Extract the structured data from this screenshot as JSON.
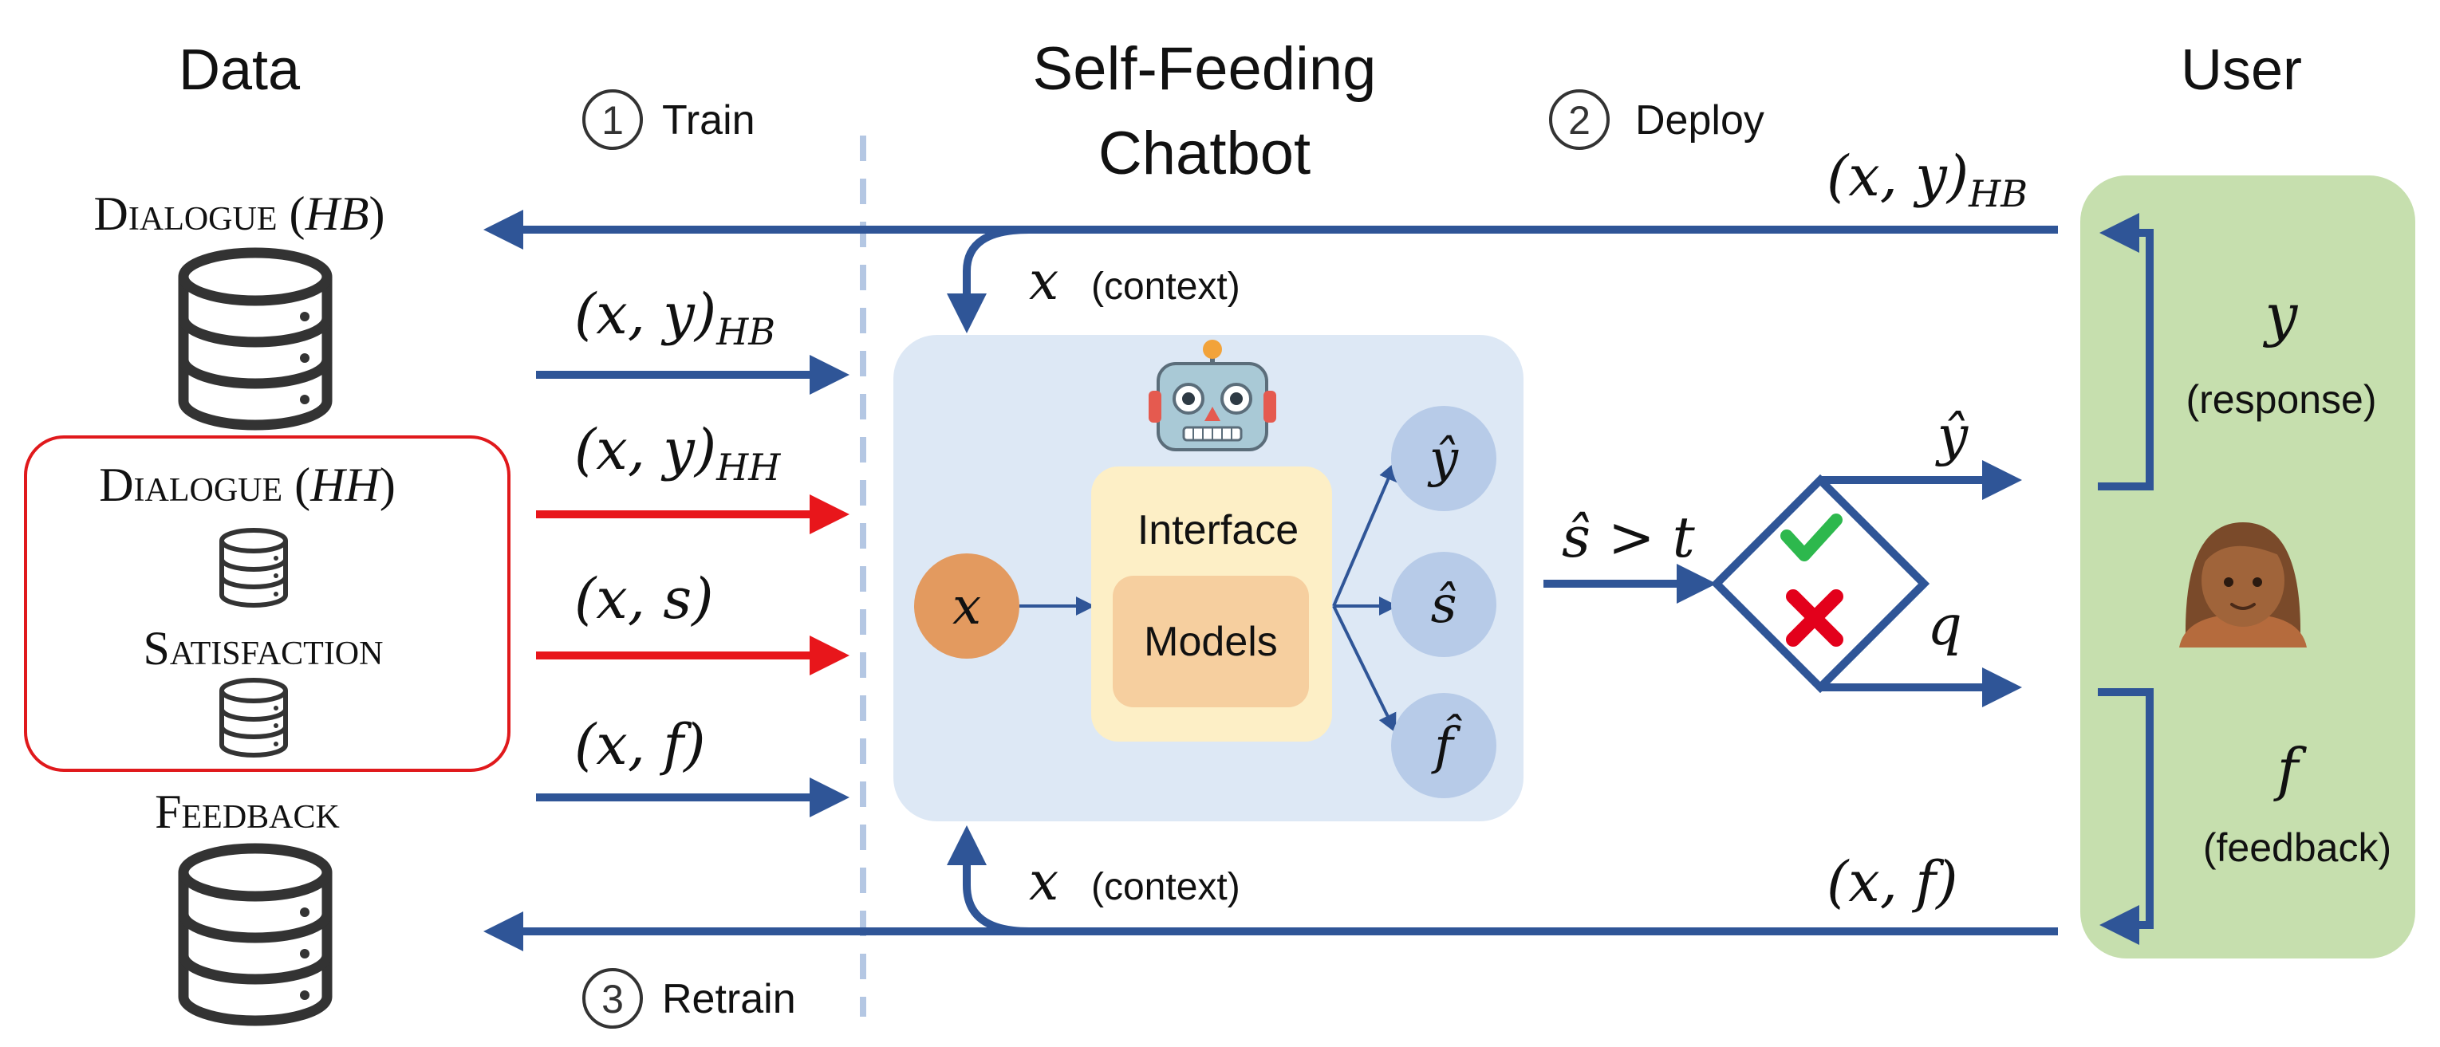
{
  "headers": {
    "data": "Data",
    "chatbot_line1": "Self-Feeding",
    "chatbot_line2": "Chatbot",
    "user": "User"
  },
  "steps": [
    {
      "num": "1",
      "label": "Train"
    },
    {
      "num": "2",
      "label": "Deploy"
    },
    {
      "num": "3",
      "label": "Retrain"
    }
  ],
  "datasets": {
    "dialogue_hb": {
      "name": "Dialogue",
      "tag": "HB"
    },
    "dialogue_hh": {
      "name": "Dialogue",
      "tag": "HH"
    },
    "satisfaction": {
      "name": "Satisfaction"
    },
    "feedback": {
      "name": "Feedback"
    }
  },
  "train_arrows": [
    {
      "label": "(x, y)",
      "sub": "HB",
      "color": "#2f5597"
    },
    {
      "label": "(x, y)",
      "sub": "HH",
      "color": "#e8161b"
    },
    {
      "label": "(x, s)",
      "sub": "",
      "color": "#e8161b"
    },
    {
      "label": "(x, f)",
      "sub": "",
      "color": "#2f5597"
    }
  ],
  "flow_labels": {
    "top_pair": "(x, y)",
    "top_pair_sub": "HB",
    "bottom_pair": "(x, f)",
    "context_var": "x",
    "context_word": "(context)"
  },
  "model": {
    "input": "x",
    "interface": "Interface",
    "models": "Models",
    "outputs": [
      "ŷ",
      "ŝ",
      "f̂"
    ]
  },
  "decision": {
    "condition_lhs": "ŝ",
    "condition_op": ">",
    "condition_rhs": "t",
    "true_out": "ŷ",
    "false_out": "q"
  },
  "user_side": {
    "response_var": "y",
    "response_word": "(response)",
    "feedback_var": "f",
    "feedback_word": "(feedback)"
  },
  "colors": {
    "blue_arrow": "#2f5597",
    "red_arrow": "#e8161b",
    "chatbot_bg": "#dde8f5",
    "user_bg": "#c6dfae",
    "interface_bg": "#fdefc6",
    "models_bg": "#f6cf9f",
    "input_node": "#e39a5f",
    "output_node": "#b7cbe8",
    "db_stroke": "#333333",
    "group_border": "#e0191c"
  },
  "icons": {
    "robot": "robot-icon",
    "person": "person-icon",
    "check": "check-icon",
    "cross": "cross-icon",
    "database": "database-icon"
  }
}
